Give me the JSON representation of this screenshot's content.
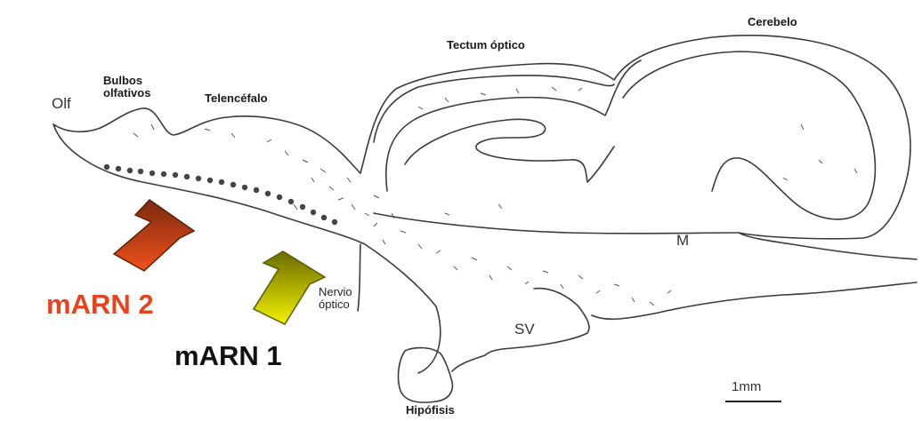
{
  "labels": {
    "olf": "Olf",
    "bulbos": "Bulbos\nolfativos",
    "telencefalo": "Telencéfalo",
    "tectum": "Tectum óptico",
    "cerebelo": "Cerebelo",
    "m": "M",
    "nervio": "Nervio\nóptico",
    "sv": "SV",
    "hipofisis": "Hipófisis",
    "scale": "1mm"
  },
  "callouts": {
    "marn2": "mARN 2",
    "marn1": "mARN 1"
  },
  "colors": {
    "marn2_text": "#e8431c",
    "marn1_text": "#111111",
    "arrow2_top": "#7a2a10",
    "arrow2_bottom": "#f0501a",
    "arrow1_top": "#6b6a00",
    "arrow1_bottom": "#f2f200",
    "outline": "#3a3a3a"
  }
}
